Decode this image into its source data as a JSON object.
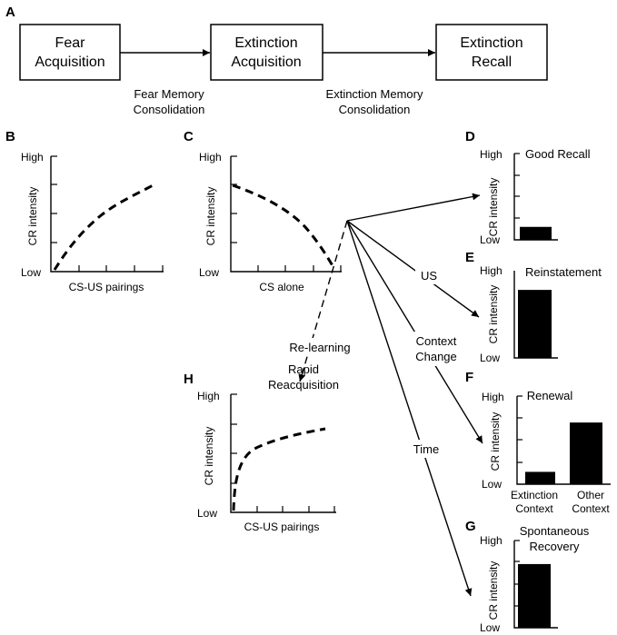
{
  "flow": {
    "panel": "A",
    "boxes": [
      {
        "line1": "Fear",
        "line2": "Acquisition"
      },
      {
        "line1": "Extinction",
        "line2": "Acquisition"
      },
      {
        "line1": "Extinction",
        "line2": "Recall"
      }
    ],
    "consolidation": [
      {
        "line1": "Fear Memory",
        "line2": "Consolidation"
      },
      {
        "line1": "Extinction Memory",
        "line2": "Consolidation"
      }
    ]
  },
  "panels": {
    "B": {
      "letter": "B",
      "high": "High",
      "low": "Low",
      "ylabel": "CR intensity",
      "xlabel": "CS-US pairings"
    },
    "C": {
      "letter": "C",
      "high": "High",
      "low": "Low",
      "ylabel": "CR intensity",
      "xlabel": "CS alone"
    },
    "H": {
      "letter": "H",
      "high": "High",
      "low": "Low",
      "ylabel": "CR intensity",
      "xlabel": "CS-US pairings",
      "title1": "Rapid",
      "title2": "Reacquisition"
    },
    "D": {
      "letter": "D",
      "high": "High",
      "low": "Low",
      "ylabel": "CR intensity",
      "title": "Good Recall"
    },
    "E": {
      "letter": "E",
      "high": "High",
      "low": "Low",
      "ylabel": "CR intensity",
      "title": "Reinstatement"
    },
    "F": {
      "letter": "F",
      "high": "High",
      "low": "Low",
      "ylabel": "CR intensity",
      "title": "Renewal",
      "cat1_line1": "Extinction",
      "cat1_line2": "Context",
      "cat2_line1": "Other",
      "cat2_line2": "Context"
    },
    "G": {
      "letter": "G",
      "high": "High",
      "low": "Low",
      "ylabel": "CR intensity",
      "title1": "Spontaneous",
      "title2": "Recovery"
    }
  },
  "branches": {
    "relearning": "Re-learning",
    "us": "US",
    "context1": "Context",
    "context2": "Change",
    "time": "Time"
  },
  "chart_data": [
    {
      "id": "D",
      "type": "bar",
      "title": "Good Recall",
      "categories": [
        ""
      ],
      "values": [
        0.15
      ],
      "ylim": [
        0,
        1
      ],
      "ylabel": "CR intensity"
    },
    {
      "id": "E",
      "type": "bar",
      "title": "Reinstatement",
      "categories": [
        ""
      ],
      "values": [
        0.78
      ],
      "ylim": [
        0,
        1
      ],
      "ylabel": "CR intensity"
    },
    {
      "id": "F",
      "type": "bar",
      "title": "Renewal",
      "categories": [
        "Extinction Context",
        "Other Context"
      ],
      "values": [
        0.14,
        0.7
      ],
      "ylim": [
        0,
        1
      ],
      "ylabel": "CR intensity"
    },
    {
      "id": "G",
      "type": "bar",
      "title": "Spontaneous Recovery",
      "categories": [
        ""
      ],
      "values": [
        0.73
      ],
      "ylim": [
        0,
        1
      ],
      "ylabel": "CR intensity"
    }
  ]
}
